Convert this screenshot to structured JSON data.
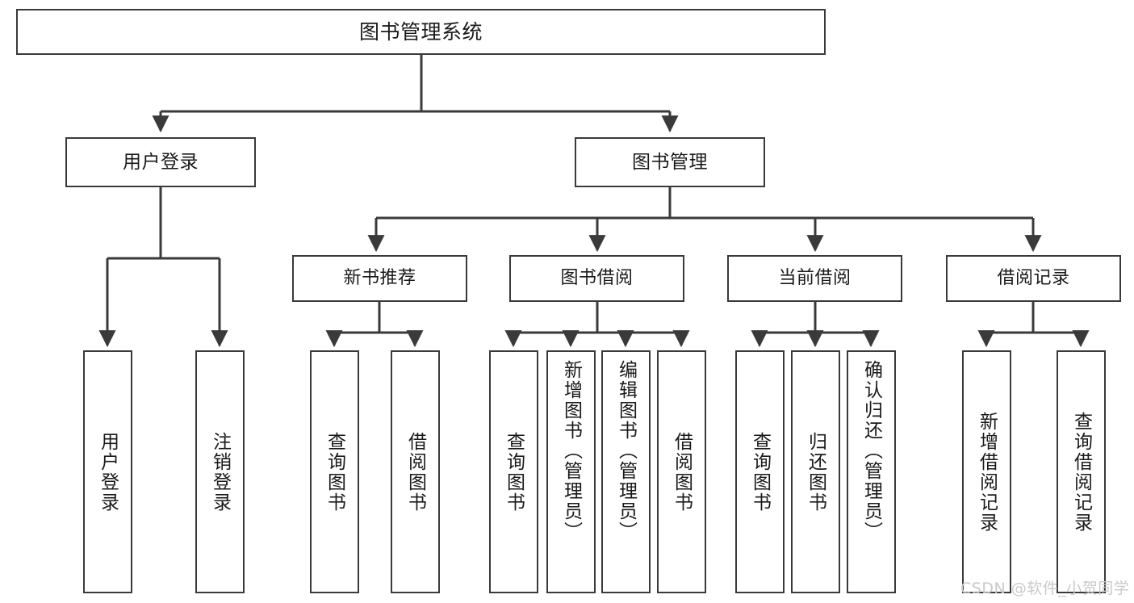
{
  "diagram": {
    "type": "tree-hierarchy",
    "title": "图书管理系统",
    "orientation": "top-down",
    "colors": {
      "box_border": "#3a3a3a",
      "box_fill": "#ffffff",
      "connector": "#3a3a3a",
      "text": "#1a1a1a",
      "watermark": "#c9c9c9"
    },
    "root": {
      "label": "图书管理系统"
    },
    "level1": [
      {
        "label": "用户登录"
      },
      {
        "label": "图书管理"
      }
    ],
    "level2": [
      {
        "label": "新书推荐"
      },
      {
        "label": "图书借阅"
      },
      {
        "label": "当前借阅"
      },
      {
        "label": "借阅记录"
      }
    ],
    "leaves": {
      "user_login": [
        {
          "label": "用户登录"
        },
        {
          "label": "注销登录"
        }
      ],
      "new_book_recommend": [
        {
          "label": "查询图书"
        },
        {
          "label": "借阅图书"
        }
      ],
      "book_borrow": [
        {
          "label": "查询图书"
        },
        {
          "label": "新增图书（管理员）"
        },
        {
          "label": "编辑图书（管理员）"
        },
        {
          "label": "借阅图书"
        }
      ],
      "current_borrow": [
        {
          "label": "查询图书"
        },
        {
          "label": "归还图书"
        },
        {
          "label": "确认归还（管理员）"
        }
      ],
      "borrow_record": [
        {
          "label": "新增借阅记录"
        },
        {
          "label": "查询借阅记录"
        }
      ]
    }
  },
  "watermark": {
    "text": "CSDN @软件_小贺同学"
  }
}
